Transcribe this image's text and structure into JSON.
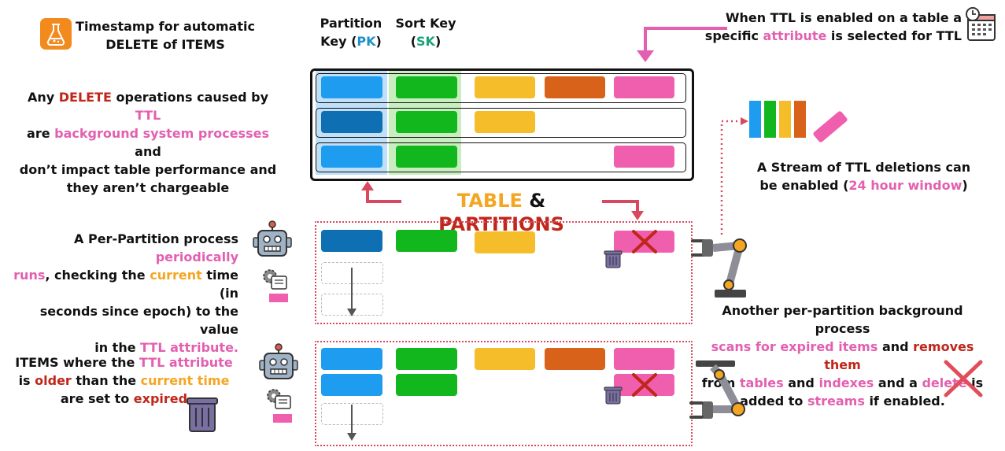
{
  "title": {
    "line1": "Timestamp for automatic",
    "line2": "DELETE of ITEMS"
  },
  "pk_header": {
    "line1": "Partition",
    "key": "Key (",
    "abbr": "PK",
    "close": ")"
  },
  "sk_header": {
    "line1": "Sort Key",
    "open": "(",
    "abbr": "SK",
    "close": ")"
  },
  "ttl_note": {
    "line1": "When TTL is enabled on a table a",
    "line2a": "specific ",
    "line2b": "attribute",
    "line2c": " is selected for TTL"
  },
  "delete_note": {
    "l1a": "Any ",
    "l1b": "DELETE",
    "l1c": " operations caused by ",
    "l1d": "TTL",
    "l2a": "are ",
    "l2b": "background system processes",
    "l2c": " and",
    "l3": "don’t impact table performance and",
    "l4": "they aren’t chargeable"
  },
  "stream_note": {
    "line1": "A Stream of TTL deletions can",
    "line2a": "be enabled (",
    "line2b": "24 hour window",
    "line2c": ")"
  },
  "table_label": {
    "a": "TABLE",
    "b": " & ",
    "c": "PARTITIONS"
  },
  "process_note": {
    "l1a": "A Per-Partition process ",
    "l1b": "periodically",
    "l2a": "runs",
    "l2b": ", checking the ",
    "l2c": "current",
    "l2d": " time (in",
    "l3": "seconds since epoch) to the value",
    "l4a": "in the ",
    "l4b": "TTL attribute."
  },
  "items_note": {
    "l1a": "ITEMS where the ",
    "l1b": "TTL attribute",
    "l2a": "is ",
    "l2b": "older",
    "l2c": " than the ",
    "l2d": "current time",
    "l3a": "are set to ",
    "l3b": "expired"
  },
  "background_note": {
    "l1": "Another per-partition background process",
    "l2a": "scans for expired items",
    "l2b": " and ",
    "l2c": "removes them",
    "l3a": "from ",
    "l3b": "tables",
    "l3c": " and ",
    "l3d": "indexes",
    "l3e": " and a ",
    "l3f": "delete",
    "l3g": " is",
    "l4a": "added to ",
    "l4b": "streams",
    "l4c": " if enabled."
  },
  "icons": [
    "flask-icon",
    "calendar-clock-icon",
    "robot-icon",
    "gear-settings-icon",
    "trash-icon",
    "robot-arm-icon",
    "cross-icon"
  ],
  "colors": {
    "partition_key": "#1e9cf0",
    "partition_key_dark": "#0e6fb3",
    "sort_key": "#12b71e",
    "attr_yellow": "#f6bd2b",
    "attr_orange": "#d9621a",
    "ttl_attribute": "#ef5fae",
    "accent_red": "#c0261a",
    "accent_pink": "#e35fb0"
  }
}
